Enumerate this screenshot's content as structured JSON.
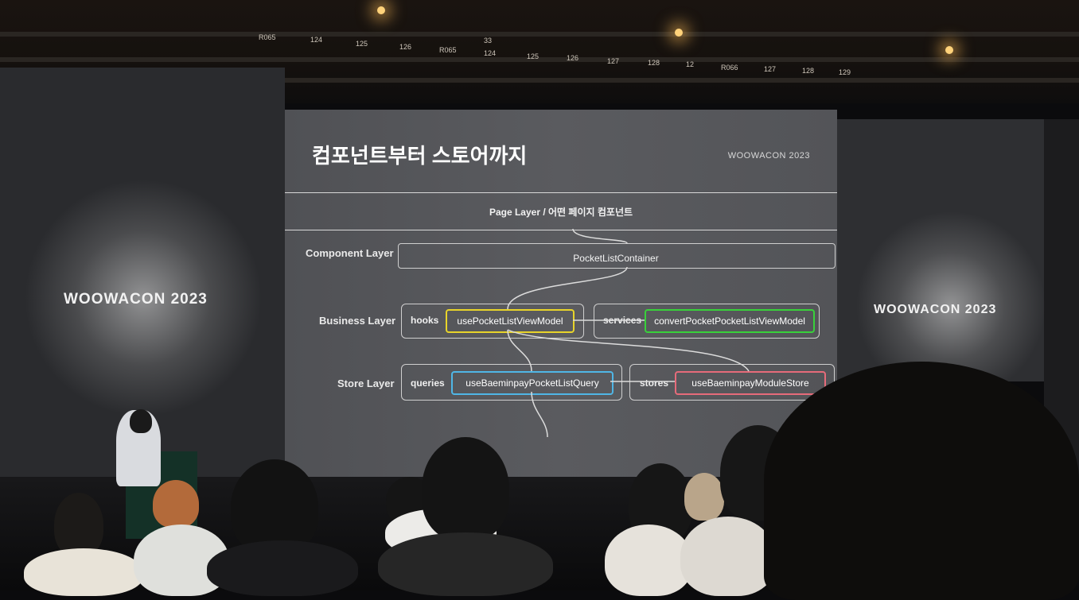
{
  "ceiling": {
    "row_labels": [
      "R065",
      "124",
      "125",
      "126",
      "R065",
      "33",
      "124",
      "125",
      "126",
      "127",
      "128",
      "12",
      "R066",
      "127",
      "128",
      "129"
    ]
  },
  "side_brand": {
    "left": "WOOWACON 2023",
    "right": "WOOWACON 2023"
  },
  "slide": {
    "title": "컴포넌트부터 스토어까지",
    "event_mark": "WOOWACON 2023",
    "page_layer": "Page Layer / 어떤 페이지 컴포넌트",
    "component_layer_label": "Component Layer",
    "component_box": "PocketListContainer",
    "business_layer_label": "Business Layer",
    "hooks_label": "hooks",
    "hooks_item": "usePocketListViewModel",
    "services_label": "services",
    "services_item": "convertPocketPocketListViewModel",
    "store_layer_label": "Store Layer",
    "queries_label": "queries",
    "queries_item": "useBaeminpayPocketListQuery",
    "stores_label": "stores",
    "stores_item": "useBaeminpayModuleStore"
  },
  "colors": {
    "hooks_border": "#e8d42a",
    "services_border": "#38d13a",
    "queries_border": "#4fb6e6",
    "stores_border": "#e66b7a"
  }
}
